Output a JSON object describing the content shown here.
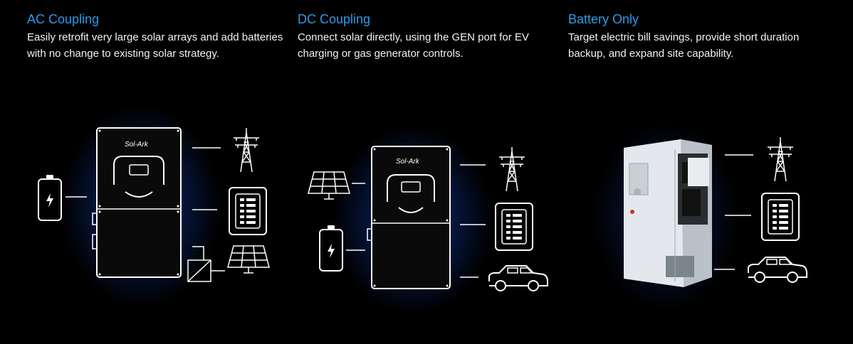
{
  "columns": [
    {
      "title": "AC Coupling",
      "description": "Easily retrofit very large solar arrays and add batteries with no change to existing solar strategy."
    },
    {
      "title": "DC Coupling",
      "description": "Connect solar directly, using the GEN port for EV charging or gas generator controls."
    },
    {
      "title": "Battery Only",
      "description": "Target electric bill savings, provide short duration backup, and expand site capability."
    }
  ],
  "brand_logo_text": "Sol-Ark",
  "icons": [
    "battery-icon",
    "inverter-icon",
    "transmission-tower-icon",
    "electrical-panel-icon",
    "solar-panel-icon",
    "string-inverter-icon",
    "car-icon",
    "battery-cabinet-icon"
  ],
  "colors": {
    "background": "#000000",
    "accent": "#2b9be8",
    "glow": "#2878ff"
  }
}
